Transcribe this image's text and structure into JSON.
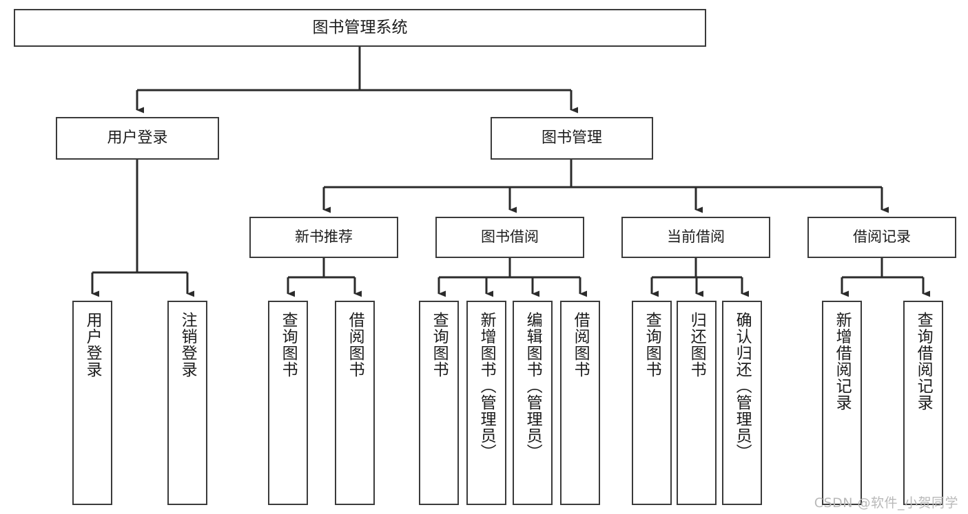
{
  "diagram": {
    "type": "tree",
    "title": "图书管理系统",
    "orientation": "top-down",
    "colors": {
      "box_border": "#3a3a3a",
      "box_fill": "#ffffff",
      "edge": "#2b2b2b",
      "text": "#1c1c1c",
      "watermark": "#b9b9b9",
      "background": "#ffffff"
    },
    "root": {
      "label": "图书管理系统"
    },
    "level2": [
      {
        "label": "用户登录"
      },
      {
        "label": "图书管理"
      }
    ],
    "level3": [
      {
        "label": "新书推荐"
      },
      {
        "label": "图书借阅"
      },
      {
        "label": "当前借阅"
      },
      {
        "label": "借阅记录"
      }
    ],
    "leaves": {
      "user_login": [
        {
          "label": "用户登录"
        },
        {
          "label": "注销登录"
        }
      ],
      "new_book_recommend": [
        {
          "label": "查询图书"
        },
        {
          "label": "借阅图书"
        }
      ],
      "book_borrow": [
        {
          "label": "查询图书"
        },
        {
          "label": "新增图书（管理员）"
        },
        {
          "label": "编辑图书（管理员）"
        },
        {
          "label": "借阅图书"
        }
      ],
      "current_borrow": [
        {
          "label": "查询图书"
        },
        {
          "label": "归还图书"
        },
        {
          "label": "确认归还（管理员）"
        }
      ],
      "borrow_record": [
        {
          "label": "新增借阅记录"
        },
        {
          "label": "查询借阅记录"
        }
      ]
    }
  },
  "watermark": {
    "text": "CSDN @软件_小贺同学"
  }
}
